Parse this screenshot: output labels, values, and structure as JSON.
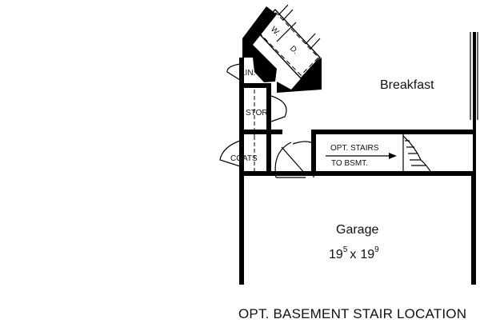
{
  "rooms": {
    "breakfast": "Breakfast",
    "garage": "Garage",
    "garage_dim_w": "19",
    "garage_dim_w_sup": "5",
    "garage_dim_x": "x",
    "garage_dim_d": "19",
    "garage_dim_d_sup": "9"
  },
  "labels": {
    "washer": "W.",
    "dryer": "D.",
    "linen": "LIN.",
    "storage": "STOR.",
    "coats": "COATS",
    "stairs_line1": "OPT. STAIRS",
    "stairs_line2": "TO BSMT."
  },
  "caption": "OPT. BASEMENT STAIR LOCATION"
}
